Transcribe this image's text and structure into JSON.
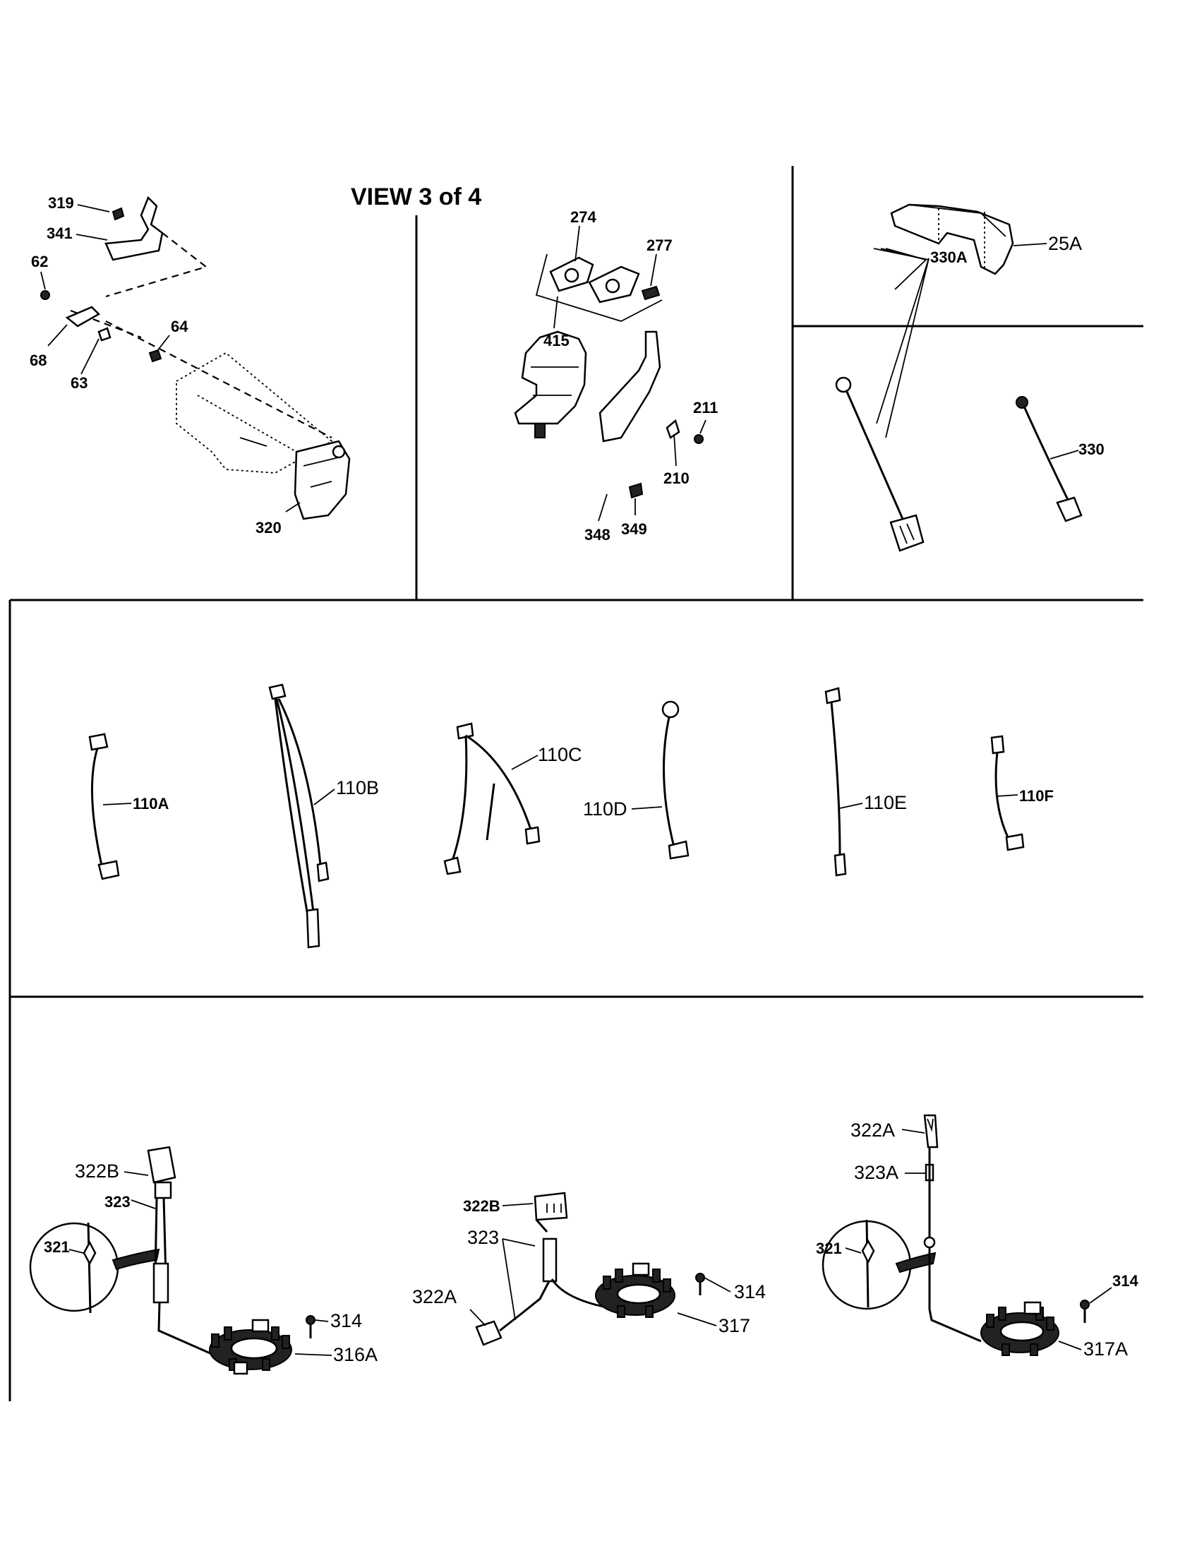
{
  "title": "VIEW 3 of 4",
  "labels": {
    "p319": "319",
    "p341": "341",
    "p62": "62",
    "p68": "68",
    "p63": "63",
    "p64": "64",
    "p320": "320",
    "p274": "274",
    "p277": "277",
    "p415": "415",
    "p211": "211",
    "p210": "210",
    "p348": "348",
    "p349": "349",
    "p25A": "25A",
    "p330A": "330A",
    "p330": "330",
    "p110A": "110A",
    "p110B": "110B",
    "p110C": "110C",
    "p110D": "110D",
    "p110E": "110E",
    "p110F": "110F",
    "p322B_1": "322B",
    "p323_1": "323",
    "p321_1": "321",
    "p314_1": "314",
    "p316A": "316A",
    "p322B_2": "322B",
    "p323_2": "323",
    "p322A_2": "322A",
    "p314_2": "314",
    "p317": "317",
    "p322A_3": "322A",
    "p323A": "323A",
    "p321_3": "321",
    "p314_3": "314",
    "p317A": "317A"
  }
}
